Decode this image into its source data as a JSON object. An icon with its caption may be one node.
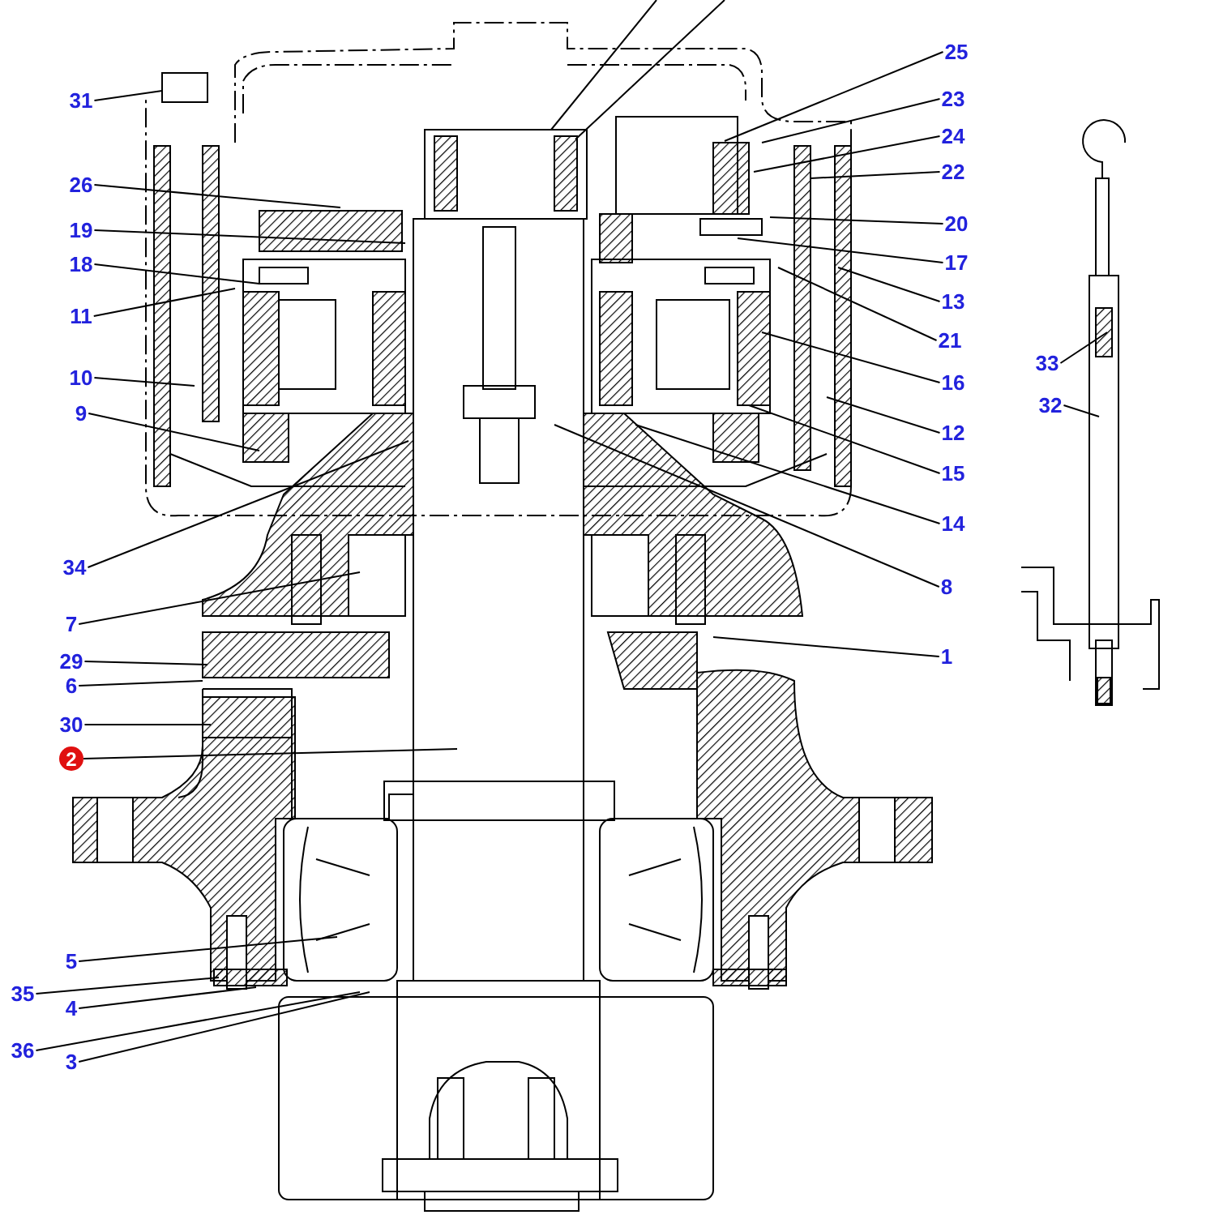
{
  "diagram": {
    "nodes": [
      {
        "text": [
          "31"
        ]
      },
      {
        "text": [
          "25"
        ]
      },
      {
        "text": [
          "23"
        ]
      },
      {
        "text": [
          "24"
        ]
      },
      {
        "text": [
          "26"
        ]
      },
      {
        "text": [
          "22"
        ]
      },
      {
        "text": [
          "19"
        ]
      },
      {
        "text": [
          "20"
        ]
      },
      {
        "text": [
          "18"
        ]
      },
      {
        "text": [
          "17"
        ]
      },
      {
        "text": [
          "11"
        ]
      },
      {
        "text": [
          "13"
        ]
      },
      {
        "text": [
          "21"
        ]
      },
      {
        "text": [
          "10"
        ]
      },
      {
        "text": [
          "16"
        ]
      },
      {
        "text": [
          "9"
        ]
      },
      {
        "text": [
          "33"
        ]
      },
      {
        "text": [
          "32"
        ]
      },
      {
        "text": [
          "12"
        ]
      },
      {
        "text": [
          "15"
        ]
      },
      {
        "text": [
          "34"
        ]
      },
      {
        "text": [
          "14"
        ]
      },
      {
        "text": [
          "8"
        ]
      },
      {
        "text": [
          "7"
        ]
      },
      {
        "text": [
          "1"
        ]
      },
      {
        "text": [
          "29"
        ]
      },
      {
        "text": [
          "6"
        ]
      },
      {
        "text": [
          "30"
        ]
      },
      {
        "text": [
          "2"
        ]
      },
      {
        "text": [
          "5"
        ]
      },
      {
        "text": [
          "35"
        ]
      },
      {
        "text": [
          "4"
        ]
      },
      {
        "text": [
          "36"
        ]
      },
      {
        "text": [
          "3"
        ]
      }
    ],
    "edges": [
      {
        "from": 0,
        "to": null,
        "arrow": "none"
      },
      {
        "from": 1,
        "to": null,
        "arrow": "none"
      },
      {
        "from": 2,
        "to": null,
        "arrow": "none"
      },
      {
        "from": 3,
        "to": null,
        "arrow": "none"
      },
      {
        "from": 4,
        "to": null,
        "arrow": "none"
      },
      {
        "from": 5,
        "to": null,
        "arrow": "none"
      },
      {
        "from": 6,
        "to": null,
        "arrow": "none"
      },
      {
        "from": 7,
        "to": null,
        "arrow": "none"
      },
      {
        "from": 8,
        "to": null,
        "arrow": "none"
      },
      {
        "from": 9,
        "to": null,
        "arrow": "none"
      },
      {
        "from": 10,
        "to": null,
        "arrow": "none"
      },
      {
        "from": 11,
        "to": null,
        "arrow": "none"
      },
      {
        "from": 12,
        "to": null,
        "arrow": "none"
      },
      {
        "from": 13,
        "to": null,
        "arrow": "none"
      },
      {
        "from": 14,
        "to": null,
        "arrow": "none"
      },
      {
        "from": 15,
        "to": null,
        "arrow": "none"
      },
      {
        "from": 16,
        "to": null,
        "arrow": "none"
      },
      {
        "from": 17,
        "to": null,
        "arrow": "none"
      },
      {
        "from": 18,
        "to": null,
        "arrow": "none"
      },
      {
        "from": 19,
        "to": null,
        "arrow": "none"
      },
      {
        "from": 20,
        "to": null,
        "arrow": "none"
      },
      {
        "from": 21,
        "to": null,
        "arrow": "none"
      },
      {
        "from": 22,
        "to": null,
        "arrow": "none"
      },
      {
        "from": 23,
        "to": null,
        "arrow": "none"
      },
      {
        "from": 24,
        "to": null,
        "arrow": "none"
      },
      {
        "from": 25,
        "to": null,
        "arrow": "none"
      },
      {
        "from": 26,
        "to": null,
        "arrow": "none"
      },
      {
        "from": 27,
        "to": null,
        "arrow": "none"
      },
      {
        "from": 28,
        "to": null,
        "arrow": "none"
      },
      {
        "from": 29,
        "to": null,
        "arrow": "none"
      },
      {
        "from": 30,
        "to": null,
        "arrow": "none"
      },
      {
        "from": 31,
        "to": null,
        "arrow": "none"
      },
      {
        "from": 32,
        "to": null,
        "arrow": "none"
      },
      {
        "from": 33,
        "to": null,
        "arrow": "none"
      }
    ]
  }
}
